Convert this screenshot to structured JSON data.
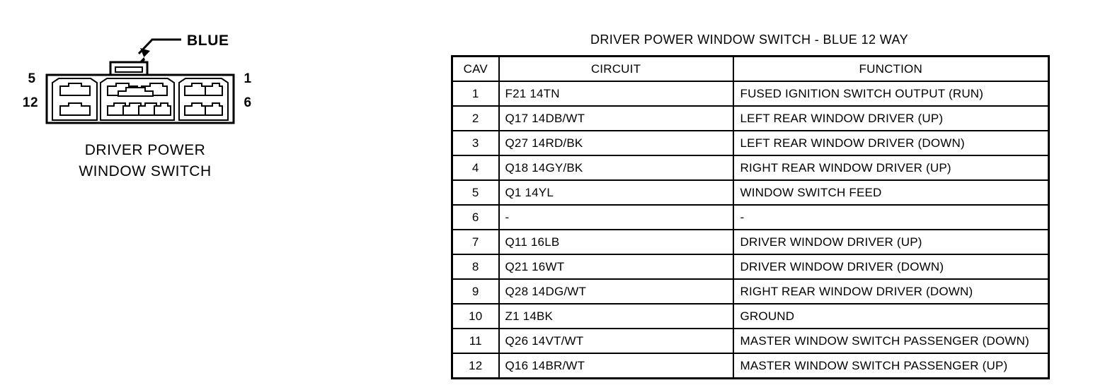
{
  "connector": {
    "callout_label": "BLUE",
    "caption_line1": "DRIVER POWER",
    "caption_line2": "WINDOW SWITCH",
    "pin_top_left": "5",
    "pin_bottom_left": "12",
    "pin_top_right": "1",
    "pin_bottom_right": "6",
    "outline_color": "#000000",
    "fill_color": "#ffffff"
  },
  "pinout": {
    "title": "DRIVER POWER WINDOW SWITCH - BLUE 12 WAY",
    "columns": [
      "CAV",
      "CIRCUIT",
      "FUNCTION"
    ],
    "rows": [
      {
        "cav": "1",
        "circuit": "F21 14TN",
        "function": "FUSED IGNITION SWITCH OUTPUT (RUN)"
      },
      {
        "cav": "2",
        "circuit": "Q17 14DB/WT",
        "function": "LEFT REAR WINDOW DRIVER (UP)"
      },
      {
        "cav": "3",
        "circuit": "Q27 14RD/BK",
        "function": "LEFT REAR WINDOW DRIVER (DOWN)"
      },
      {
        "cav": "4",
        "circuit": "Q18 14GY/BK",
        "function": "RIGHT REAR WINDOW DRIVER (UP)"
      },
      {
        "cav": "5",
        "circuit": "Q1 14YL",
        "function": "WINDOW SWITCH FEED"
      },
      {
        "cav": "6",
        "circuit": "-",
        "function": "-"
      },
      {
        "cav": "7",
        "circuit": "Q11 16LB",
        "function": "DRIVER WINDOW DRIVER (UP)"
      },
      {
        "cav": "8",
        "circuit": "Q21 16WT",
        "function": "DRIVER WINDOW DRIVER (DOWN)"
      },
      {
        "cav": "9",
        "circuit": "Q28 14DG/WT",
        "function": "RIGHT REAR WINDOW DRIVER (DOWN)"
      },
      {
        "cav": "10",
        "circuit": "Z1 14BK",
        "function": "GROUND"
      },
      {
        "cav": "11",
        "circuit": "Q26 14VT/WT",
        "function": "MASTER WINDOW SWITCH PASSENGER (DOWN)"
      },
      {
        "cav": "12",
        "circuit": "Q16 14BR/WT",
        "function": "MASTER WINDOW SWITCH PASSENGER (UP)"
      }
    ]
  }
}
